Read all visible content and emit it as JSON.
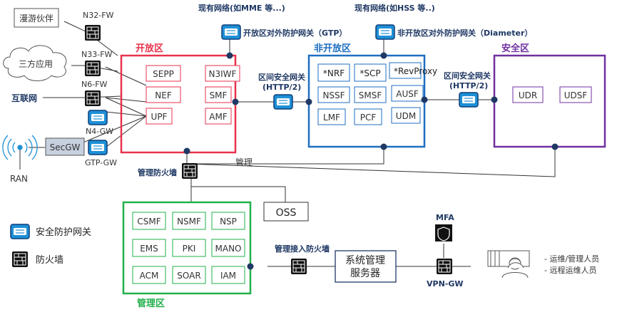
{
  "zones": {
    "open": "开放区",
    "nonopen": "非开放区",
    "secure": "安全区",
    "mgmt": "管理区"
  },
  "open_zone": {
    "items": [
      "SEPP",
      "N3IWF",
      "NEF",
      "SMF",
      "UPF",
      "AMF"
    ]
  },
  "nonopen_zone": {
    "items": [
      "*NRF",
      "*SCP",
      "*RevProxy",
      "NSSF",
      "SMSF",
      "AUSF",
      "LMF",
      "PCF",
      "UDM"
    ]
  },
  "secure_zone": {
    "items": [
      "UDR",
      "UDSF"
    ]
  },
  "mgmt_zone": {
    "items": [
      "CSMF",
      "NSMF",
      "NSP",
      "EMS",
      "PKI",
      "MANO",
      "ACM",
      "SOAR",
      "IAM"
    ]
  },
  "external": {
    "roaming": "漫游伙伴",
    "third_party": "三方应用",
    "internet": "互联网",
    "ran": "RAN",
    "secgw": "SecGW"
  },
  "firewalls": {
    "n32": "N32-FW",
    "n33": "N33-FW",
    "n6": "N6-FW",
    "n4": "N4-GW",
    "gtp": "GTP-GW",
    "mgmt_fw": "管理防火墙",
    "mgmt_access_fw": "管理接入防火墙",
    "vpn": "VPN-GW",
    "mfa": "MFA"
  },
  "gateways": {
    "gtp_net": "现有网络(如MME 等...)",
    "gtp_gw": "开放区对外防护网关（GTP）",
    "dia_net": "现有网络(如HSS 等..)",
    "dia_gw": "非开放区对外防护网关（Diameter）",
    "inter1_l1": "区间安全网关",
    "inter1_l2": "(HTTP/2)",
    "inter2_l1": "区间安全网关",
    "inter2_l2": "(HTTP/2)"
  },
  "labels": {
    "mgmt": "管理",
    "oss": "OSS",
    "server_l1": "系统管理",
    "server_l2": "服务器",
    "ops1": "- 运维/管理人员",
    "ops2": "- 远程运维人员"
  },
  "legend": {
    "security_gw": "安全防护网关",
    "firewall": "防火墙"
  },
  "colors": {
    "open": "#e8324c",
    "nonopen": "#1f6ec1",
    "secure": "#7030a0",
    "mgmt": "#22b04a",
    "dark_label": "#1f3864",
    "gateway": "#1e90d6",
    "dot": "#1f3864"
  }
}
